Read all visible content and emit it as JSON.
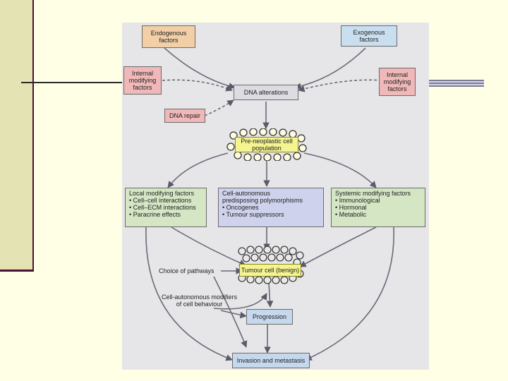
{
  "nodes": {
    "endogenous": [
      "Endogenous",
      "factors"
    ],
    "exogenous": [
      "Exogenous",
      "factors"
    ],
    "internal_left": [
      "Internal",
      "modifying",
      "factors"
    ],
    "internal_right": [
      "Internal",
      "modifying",
      "factors"
    ],
    "dna_alterations": "DNA alterations",
    "dna_repair": "DNA repair",
    "preneoplastic": [
      "Pre-neoplastic cell",
      "population"
    ],
    "local_modifying": {
      "title": "Local modifying factors",
      "items": [
        "• Cell–cell interactions",
        "• Cell–ECM interactions",
        "• Paracrine effects"
      ]
    },
    "cell_autonomous": {
      "title": [
        "Cell-autonomous",
        "predisposing polymorphisms"
      ],
      "items": [
        "• Oncogenes",
        "• Tumour suppressors"
      ]
    },
    "systemic_modifying": {
      "title": "Systemic modifying factors",
      "items": [
        "• Immunological",
        "• Hormonal",
        "• Metabolic"
      ]
    },
    "tumour_cell": "Tumour cell (benign)",
    "progression": "Progression",
    "invasion": "Invasion and metastasis"
  },
  "labels": {
    "choice_of_pathways": "Choice of pathways",
    "cell_autonomous_modifiers": [
      "Cell-autonomous modifiers",
      "of cell behaviour"
    ]
  },
  "colors": {
    "background": "#ffffe6",
    "sidebar": "#e3e3b4",
    "accent": "#4a1230",
    "figure_bg": "#e6e6e8",
    "highlight": "#f4f490"
  }
}
